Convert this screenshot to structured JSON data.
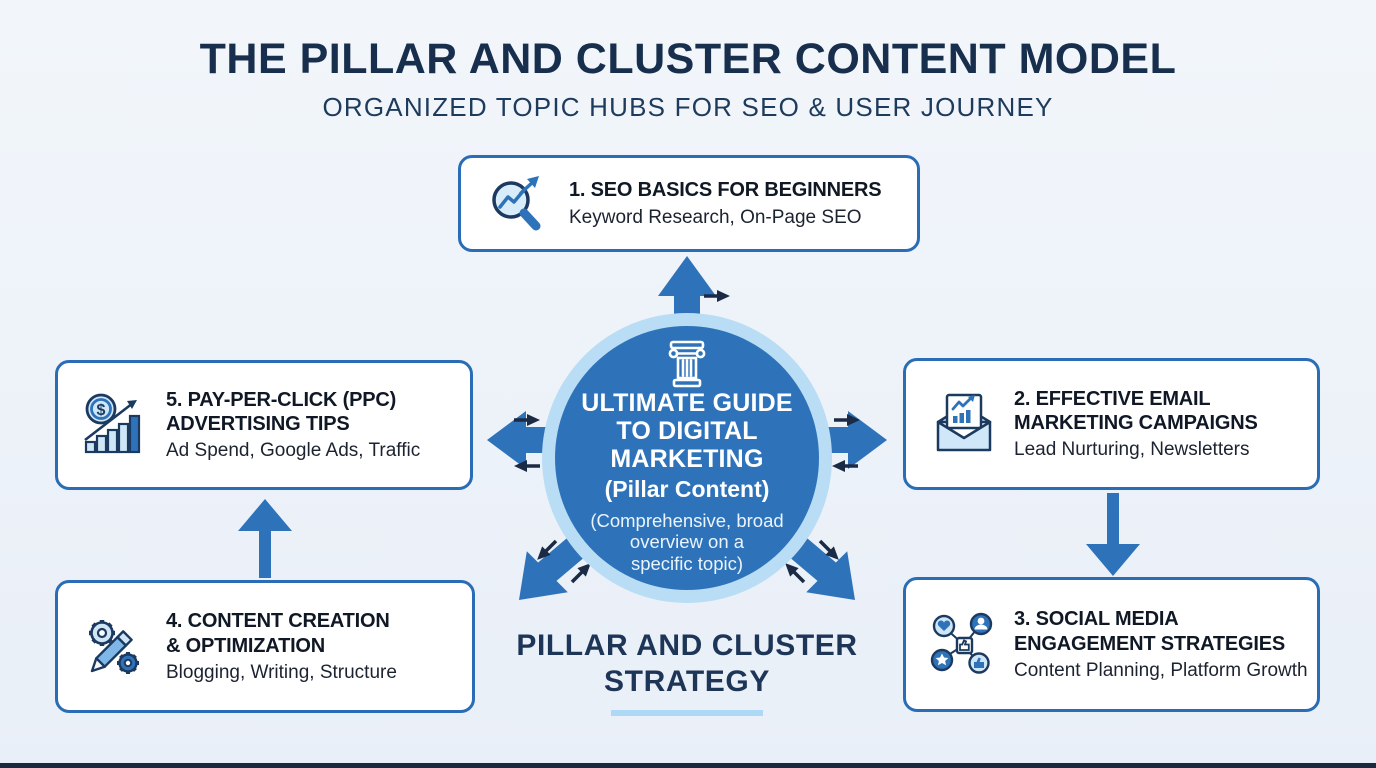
{
  "header": {
    "title": "THE PILLAR AND CLUSTER CONTENT MODEL",
    "subtitle": "ORGANIZED TOPIC HUBS FOR SEO & USER JOURNEY"
  },
  "hub": {
    "icon": "pillar-column-icon",
    "title_lines": [
      "ULTIMATE GUIDE",
      "TO DIGITAL",
      "MARKETING"
    ],
    "label": "(Pillar Content)",
    "description_lines": [
      "(Comprehensive, broad",
      "overview on a",
      "specific topic)"
    ]
  },
  "clusters": [
    {
      "icon": "seo-magnifier-icon",
      "title_lines": [
        "1. SEO BASICS FOR BEGINNERS"
      ],
      "subtitle": "Keyword Research, On-Page SEO"
    },
    {
      "icon": "email-envelope-icon",
      "title_lines": [
        "2. EFFECTIVE EMAIL",
        "MARKETING CAMPAIGNS"
      ],
      "subtitle": "Lead Nurturing, Newsletters"
    },
    {
      "icon": "social-network-icon",
      "title_lines": [
        "3. SOCIAL MEDIA",
        "ENGAGEMENT STRATEGIES"
      ],
      "subtitle": "Content Planning, Platform Growth"
    },
    {
      "icon": "pencil-gears-icon",
      "title_lines": [
        "4. CONTENT CREATION",
        "& OPTIMIZATION"
      ],
      "subtitle": "Blogging, Writing, Structure"
    },
    {
      "icon": "ppc-coin-chart-icon",
      "title_lines": [
        "5. PAY-PER-CLICK (PPC)",
        "ADVERTISING TIPS"
      ],
      "subtitle": "Ad Spend, Google Ads, Traffic"
    }
  ],
  "footer": {
    "label": "PILLAR AND CLUSTER STRATEGY"
  },
  "colors": {
    "accent_blue": "#2e73ba",
    "border_blue": "#2a6cb5",
    "navy": "#172e4d",
    "ring_light": "#b9ddf5",
    "underline_light": "#aed9f6",
    "small_arrow_navy": "#1b2b45"
  }
}
